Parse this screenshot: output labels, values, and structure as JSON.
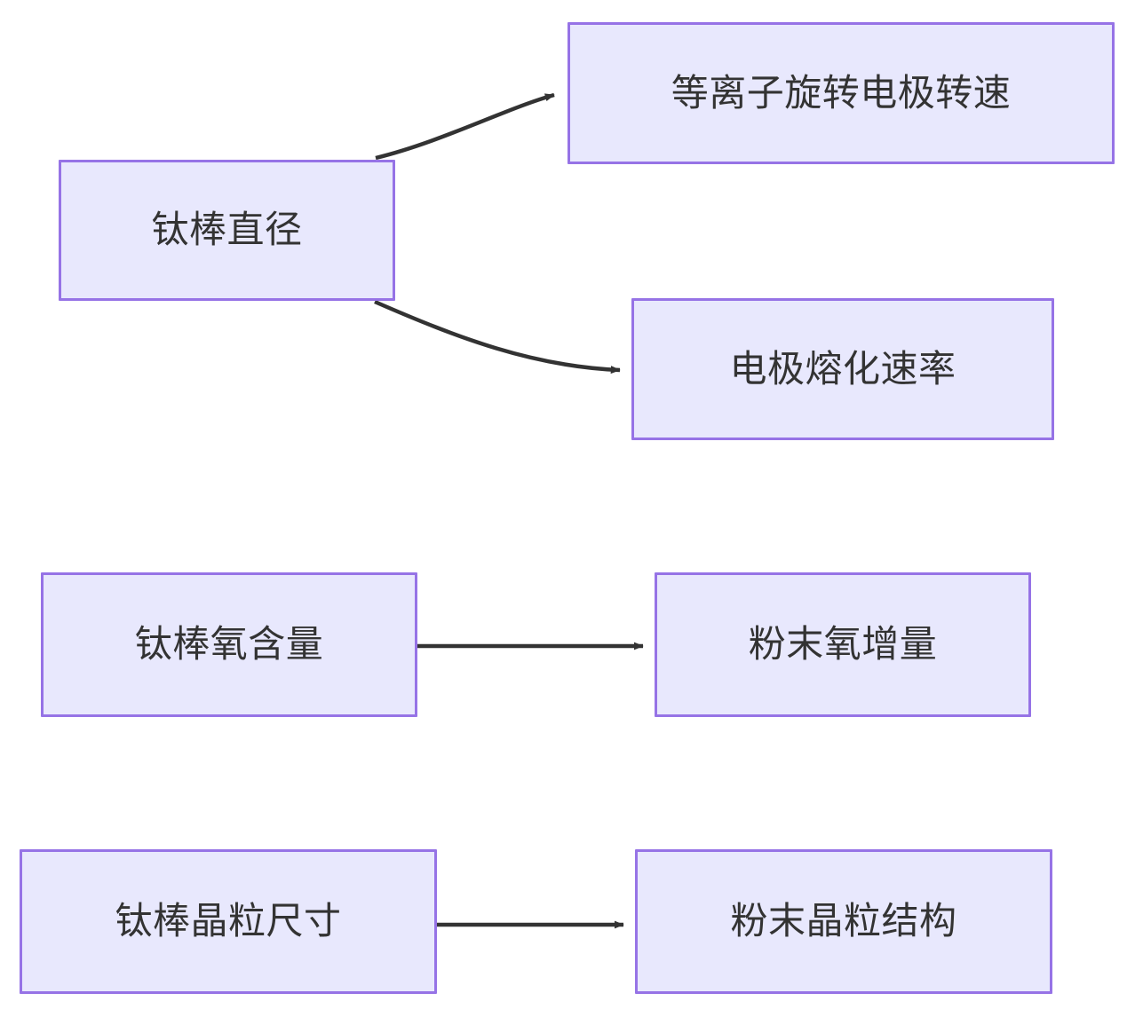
{
  "diagram": {
    "title": "",
    "type": "flowchart",
    "direction": "left-to-right",
    "background_color": "#ffffff",
    "node_fill_color": "#e8e8fd",
    "node_border_color": "#9673e6",
    "node_text_color": "#333333",
    "edge_color": "#333333",
    "nodes": [
      {
        "id": "rod-diameter",
        "label": "钛棒直径"
      },
      {
        "id": "prep-speed",
        "label": "等离子旋转电极转速"
      },
      {
        "id": "melt-rate",
        "label": "电极熔化速率"
      },
      {
        "id": "rod-oxygen",
        "label": "钛棒氧含量"
      },
      {
        "id": "powder-oxygen",
        "label": "粉末氧增量"
      },
      {
        "id": "rod-grain",
        "label": "钛棒晶粒尺寸"
      },
      {
        "id": "powder-grain",
        "label": "粉末晶粒结构"
      }
    ],
    "edges": [
      {
        "id": "edge-diameter-to-speed",
        "from": "rod-diameter",
        "to": "prep-speed",
        "style": "curved",
        "arrow": "single",
        "label": ""
      },
      {
        "id": "edge-diameter-to-melt",
        "from": "rod-diameter",
        "to": "melt-rate",
        "style": "curved",
        "arrow": "single",
        "label": ""
      },
      {
        "id": "edge-oxygen-to-powder",
        "from": "rod-oxygen",
        "to": "powder-oxygen",
        "style": "straight",
        "arrow": "single",
        "label": ""
      },
      {
        "id": "edge-grain-to-powder",
        "from": "rod-grain",
        "to": "powder-grain",
        "style": "straight",
        "arrow": "single",
        "label": ""
      }
    ]
  }
}
